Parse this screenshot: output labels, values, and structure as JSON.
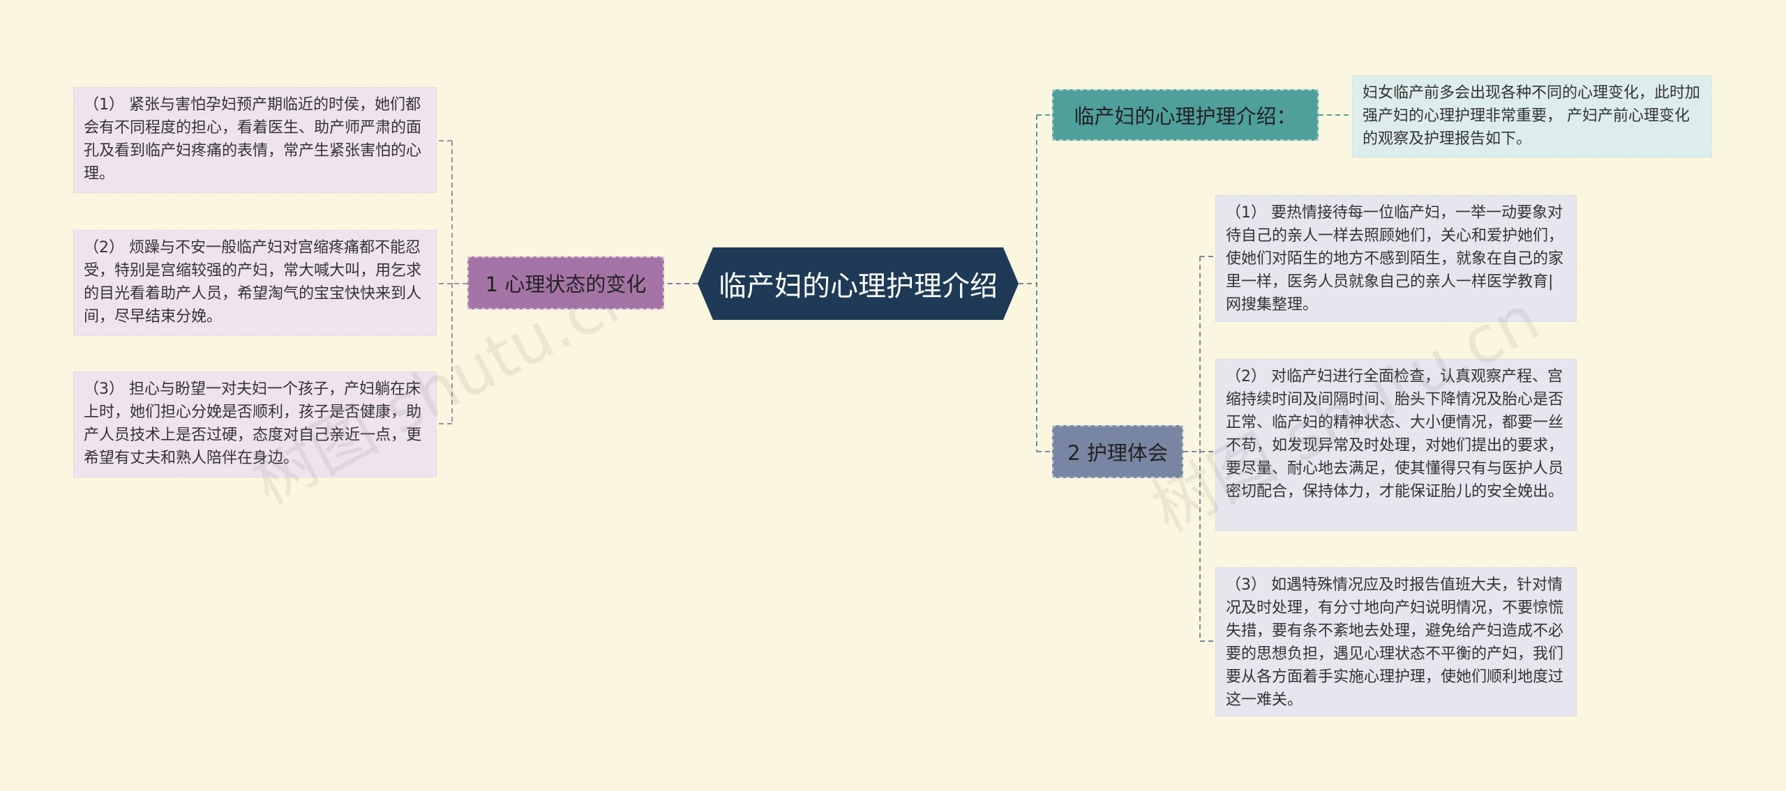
{
  "colors": {
    "background": "#fbf6df",
    "center": "#1e3a56",
    "branch_left": "#a574a6",
    "branch_teal": "#4f9f9b",
    "branch_slate": "#7886a3",
    "leaf_left": "#efe3ee",
    "leaf_right": "#e5e6ee",
    "leaf_teal": "#dcedec"
  },
  "center": {
    "label": "临产妇的心理护理介绍"
  },
  "branches": {
    "left": {
      "label": "1 心理状态的变化",
      "leaves": [
        "（1） 紧张与害怕孕妇预产期临近的时侯，她们都会有不同程度的担心，看着医生、助产师严肃的面孔及看到临产妇疼痛的表情，常产生紧张害怕的心理。",
        "（2） 烦躁与不安一般临产妇对宫缩疼痛都不能忍受，特别是宫缩较强的产妇，常大喊大叫，用乞求的目光看着助产人员，希望淘气的宝宝快快来到人间，尽早结束分娩。",
        "（3） 担心与盼望一对夫妇一个孩子，产妇躺在床上时，她们担心分娩是否顺利，孩子是否健康，助产人员技术上是否过硬，态度对自己亲近一点，更希望有丈夫和熟人陪伴在身边。"
      ]
    },
    "top_right": {
      "label": "临产妇的心理护理介绍：",
      "leaf": "妇女临产前多会出现各种不同的心理变化，此时加强产妇的心理护理非常重要， 产妇产前心理变化的观察及护理报告如下。"
    },
    "bottom_right": {
      "label": "2 护理体会",
      "leaves": [
        "（1） 要热情接待每一位临产妇，一举一动要象对待自己的亲人一样去照顾她们，关心和爱护她们，使她们对陌生的地方不感到陌生，就象在自己的家里一样，医务人员就象自己的亲人一样医学教育|网搜集整理。",
        "（2） 对临产妇进行全面检查，认真观察产程、宫缩持续时间及间隔时间、胎头下降情况及胎心是否正常、临产妇的精神状态、大小便情况，都要一丝不苟，如发现异常及时处理，对她们提出的要求，要尽量、耐心地去满足，使其懂得只有与医护人员密切配合，保持体力，才能保证胎儿的安全娩出。",
        "（3） 如遇特殊情况应及时报告值班大夫，针对情况及时处理，有分寸地向产妇说明情况，不要惊慌失措，要有条不紊地去处理，避免给产妇造成不必要的思想负担，遇见心理状态不平衡的产妇，我们要从各方面着手实施心理护理，使她们顺利地度过这一难关。"
      ]
    }
  },
  "watermarks": [
    "树图 shutu.cn",
    "树图 shutu.cn"
  ]
}
